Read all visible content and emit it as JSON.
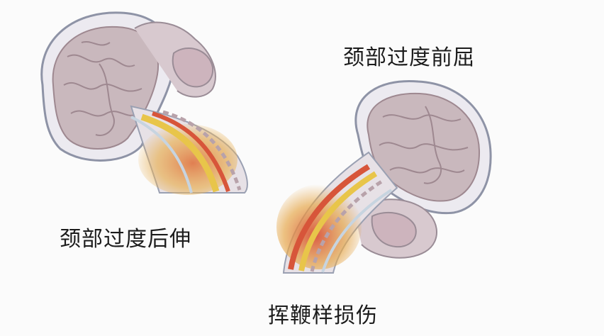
{
  "labels": {
    "flexion": "颈部过度前屈",
    "extension": "颈部过度后伸",
    "caption": "挥鞭样损伤"
  },
  "colors": {
    "background": "#fbfbfb",
    "skull_outline": "#8e93a6",
    "brain_fill": "#c9b8bd",
    "brain_fold": "#9e8890",
    "spine_red": "#d7553a",
    "spine_yellow": "#e8c54a",
    "tissue_pink": "#dcc7cd"
  }
}
